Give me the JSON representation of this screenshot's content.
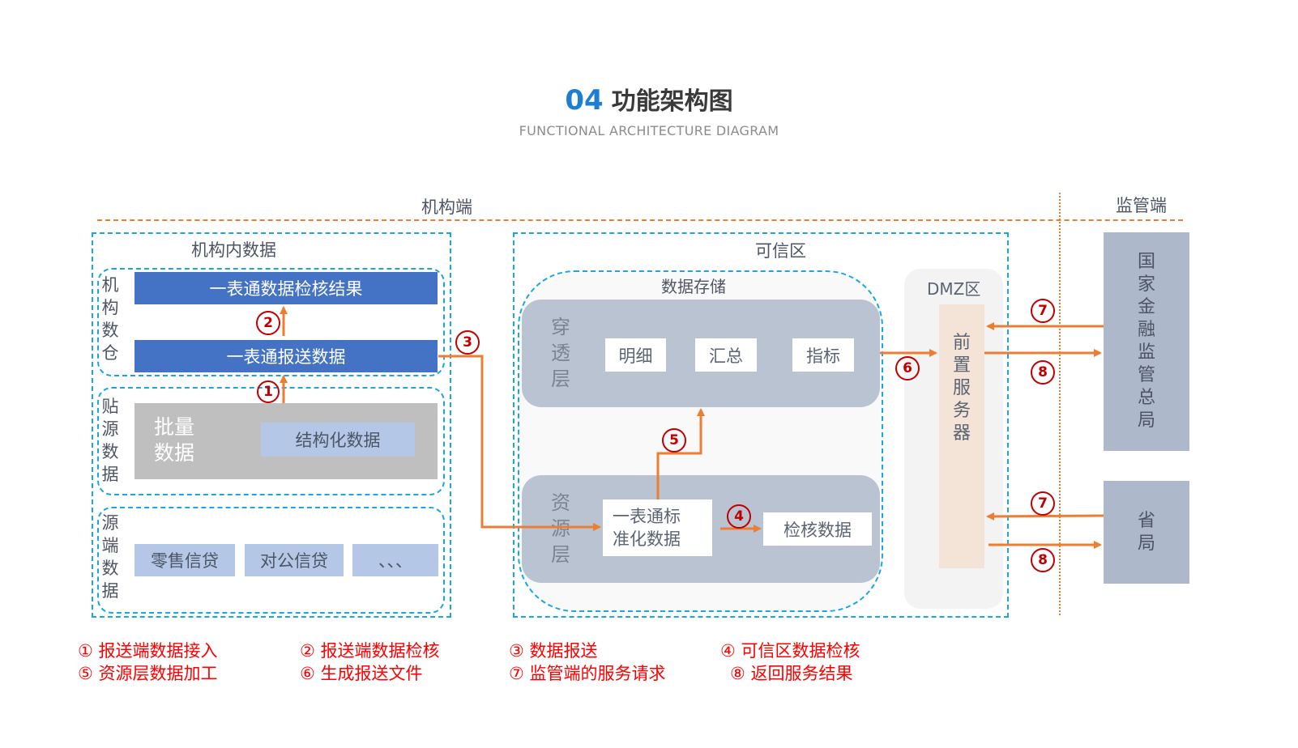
{
  "header": {
    "number": "04",
    "title": "功能架构图",
    "subtitle": "FUNCTIONAL ARCHITECTURE DIAGRAM"
  },
  "zones": {
    "institution_side": "机构端",
    "regulator_side": "监管端"
  },
  "institution_data": {
    "title": "机构内数据",
    "warehouse": {
      "label": "机构数仓",
      "chars": [
        "机",
        "构",
        "数",
        "仓"
      ],
      "result_bar": "一表通数据检核结果",
      "report_bar": "一表通报送数据"
    },
    "source_layer": {
      "chars": [
        "贴",
        "源",
        "数",
        "据"
      ],
      "batch_line1": "批量",
      "batch_line2": "数据",
      "structured": "结构化数据"
    },
    "source_systems": {
      "chars": [
        "源",
        "端",
        "数",
        "据"
      ],
      "items": [
        "零售信贷",
        "对公信贷",
        "、、、"
      ]
    }
  },
  "trusted_zone": {
    "title": "可信区",
    "storage": {
      "title": "数据存储",
      "penetration_layer": {
        "chars": [
          "穿",
          "透",
          "层"
        ],
        "items": [
          "明细",
          "汇总",
          "指标"
        ]
      },
      "resource_layer": {
        "chars": [
          "资",
          "源",
          "层"
        ],
        "standard_line1": "一表通标",
        "standard_line2": "准化数据",
        "check_data": "检核数据"
      }
    },
    "dmz": {
      "title": "DMZ区",
      "server_chars": [
        "前",
        "置",
        "服",
        "务",
        "器"
      ]
    }
  },
  "regulators": {
    "national": [
      "国",
      "家",
      "金",
      "融",
      "监",
      "管",
      "总",
      "局"
    ],
    "provincial": [
      "省",
      "局"
    ]
  },
  "steps": {
    "s1": "1",
    "s2": "2",
    "s3": "3",
    "s4": "4",
    "s5": "5",
    "s6": "6",
    "s7": "7",
    "s8": "8"
  },
  "legend": [
    "① 报送端数据接入",
    "② 报送端数据检核",
    "③ 数据报送",
    "④ 可信区数据检核",
    "⑤ 资源层数据加工",
    "⑥ 生成报送文件",
    "⑦ 监管端的服务请求",
    "⑧ 返回服务结果"
  ],
  "colors": {
    "accent_blue": "#1e7fd2",
    "arrow_orange": "#ed7d31",
    "step_red": "#c00000",
    "legend_red": "#ff0000",
    "bar_blue": "#4472c4",
    "light_blue": "#b4c7e7",
    "layer_gray": "#b9c3d2",
    "regulator_gray": "#adb9ca",
    "server_peach": "#f4e3d7"
  }
}
